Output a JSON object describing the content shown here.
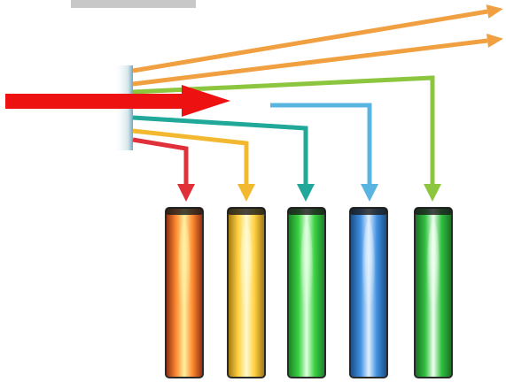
{
  "diagram": {
    "incoming_arrow_color": "#ee1111",
    "caption_bar_color": "#c8c8c8",
    "prism_color": "#7ab0c8",
    "rays": [
      {
        "name": "orange-top",
        "color": "#f0a040"
      },
      {
        "name": "orange-second",
        "color": "#f0a040"
      },
      {
        "name": "green-ray",
        "color": "#8cc63f"
      },
      {
        "name": "blue-ray",
        "color": "#5ab4e0"
      },
      {
        "name": "teal-ray",
        "color": "#20a898"
      },
      {
        "name": "yellow-ray",
        "color": "#f2b830"
      },
      {
        "name": "red-ray",
        "color": "#e0303a"
      }
    ],
    "tubes": [
      {
        "name": "red-tube",
        "glow": "#ff8a30",
        "core": "#fff0a0",
        "body": "#8a2a10"
      },
      {
        "name": "yellow-tube",
        "glow": "#ffd040",
        "core": "#fffad0",
        "body": "#9a7010"
      },
      {
        "name": "green-tube",
        "glow": "#38d040",
        "core": "#e0ffe0",
        "body": "#1e7a2a"
      },
      {
        "name": "blue-tube",
        "glow": "#3f8fe0",
        "core": "#e0f0ff",
        "body": "#1a4a80"
      },
      {
        "name": "green-tube-2",
        "glow": "#30c040",
        "core": "#f0fff0",
        "body": "#1a6a24"
      }
    ]
  }
}
